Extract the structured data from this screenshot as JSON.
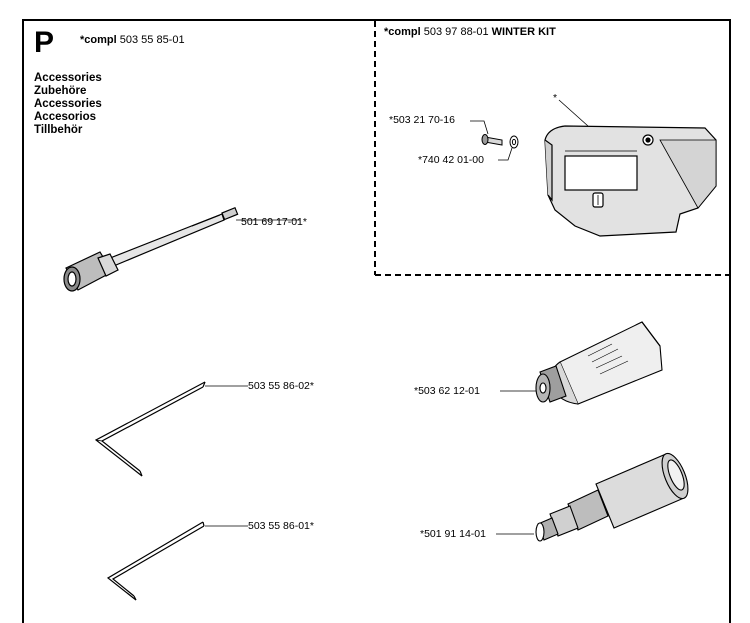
{
  "section": {
    "letter": "P"
  },
  "main_kit": {
    "prefix": "*compl",
    "number": "503 55 85-01"
  },
  "winter_kit": {
    "prefix": "*compl",
    "number": "503 97 88-01",
    "name": "WINTER KIT"
  },
  "accessories_title": [
    "Accessories",
    "Zubehöre",
    "Accessories",
    "Accesorios",
    "Tillbehör"
  ],
  "parts": {
    "tool": "501 69 17-01*",
    "hex_key_large": "503 55 86-02*",
    "hex_key_small": "503 55 86-01*",
    "screw": "*503 21 70-16",
    "washer": "*740 42 01-00",
    "cover": "*",
    "grease_tube": "*503 62 12-01",
    "grease_gun": "*501 91 14-01"
  }
}
